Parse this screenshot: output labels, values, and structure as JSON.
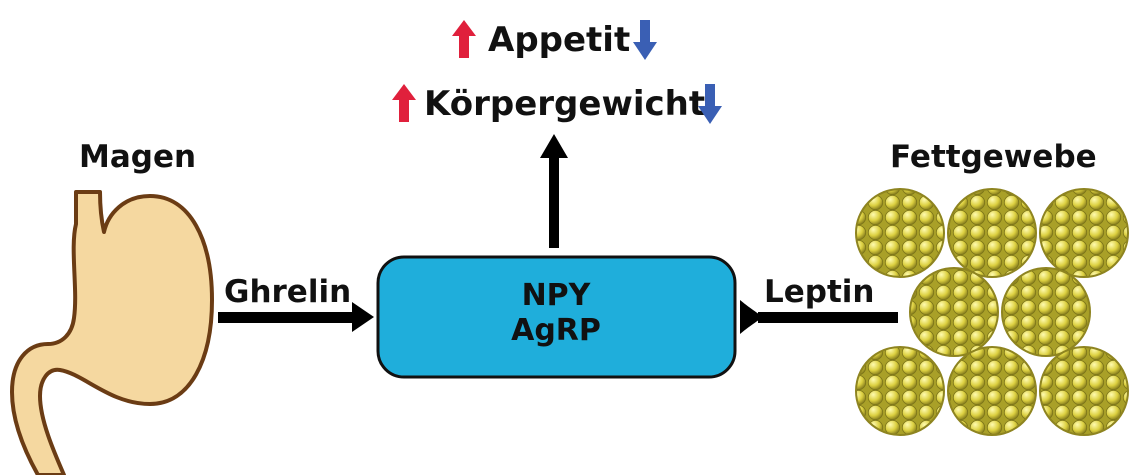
{
  "colors": {
    "up_arrow": "#e0203c",
    "down_arrow": "#3a5fb4",
    "box_fill": "#1faedb",
    "stomach_fill": "#f5d8a0",
    "stomach_stroke": "#6b3c14",
    "fat_cell": "#dcd040"
  },
  "effects": [
    {
      "label": "Appetit",
      "up_icon": "up-arrow-icon",
      "down_icon": "down-arrow-icon"
    },
    {
      "label": "Körpergewicht",
      "up_icon": "up-arrow-icon",
      "down_icon": "down-arrow-icon"
    }
  ],
  "stomach": {
    "label": "Magen",
    "icon": "stomach-icon"
  },
  "fat_tissue": {
    "label": "Fettgewebe",
    "icon": "fat-cells-icon"
  },
  "center_box": {
    "line1": "NPY",
    "line2": "AgRP"
  },
  "hormones": {
    "left": "Ghrelin",
    "right": "Leptin"
  }
}
